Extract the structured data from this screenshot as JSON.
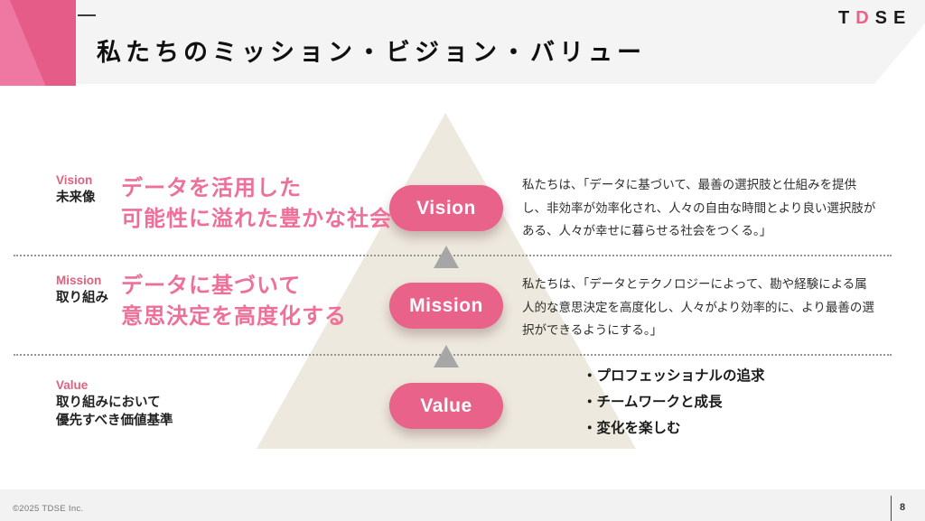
{
  "slide": {
    "title": "私たちのミッション・ビジョン・バリュー",
    "logo": {
      "letters": [
        "T",
        "D",
        "S",
        "E"
      ]
    },
    "colors": {
      "accent_pink": "#e8628a",
      "headline_pink": "#ee7098",
      "pyramid_beige": "#eee9de",
      "arrow_gray": "#a6a6a6",
      "header_band": "#f4f4f5"
    },
    "rows": [
      {
        "label_en": "Vision",
        "label_ja": "未来像",
        "headline_lines": [
          "データを活用した",
          "可能性に溢れた豊かな社会"
        ],
        "pill": "Vision",
        "description": "私たちは、「データに基づいて、最善の選択肢と仕組みを提供し、非効率が効率化され、人々の自由な時間とより良い選択肢がある、人々が幸せに暮らせる社会をつくる。」"
      },
      {
        "label_en": "Mission",
        "label_ja": "取り組み",
        "headline_lines": [
          "データに基づいて",
          "意思決定を高度化する"
        ],
        "pill": "Mission",
        "description": "私たちは、「データとテクノロジーによって、勘や経験による属人的な意思決定を高度化し、人々がより効率的に、より最善の選択ができるようにする。」"
      },
      {
        "label_en": "Value",
        "label_ja_lines": [
          "取り組みにおいて",
          "優先すべき価値基準"
        ],
        "pill": "Value",
        "bullets": [
          "・プロフェッショナルの追求",
          "・チームワークと成長",
          "・変化を楽しむ"
        ]
      }
    ],
    "footer": {
      "copyright": "©2025 TDSE Inc.",
      "page_number": "8"
    }
  }
}
